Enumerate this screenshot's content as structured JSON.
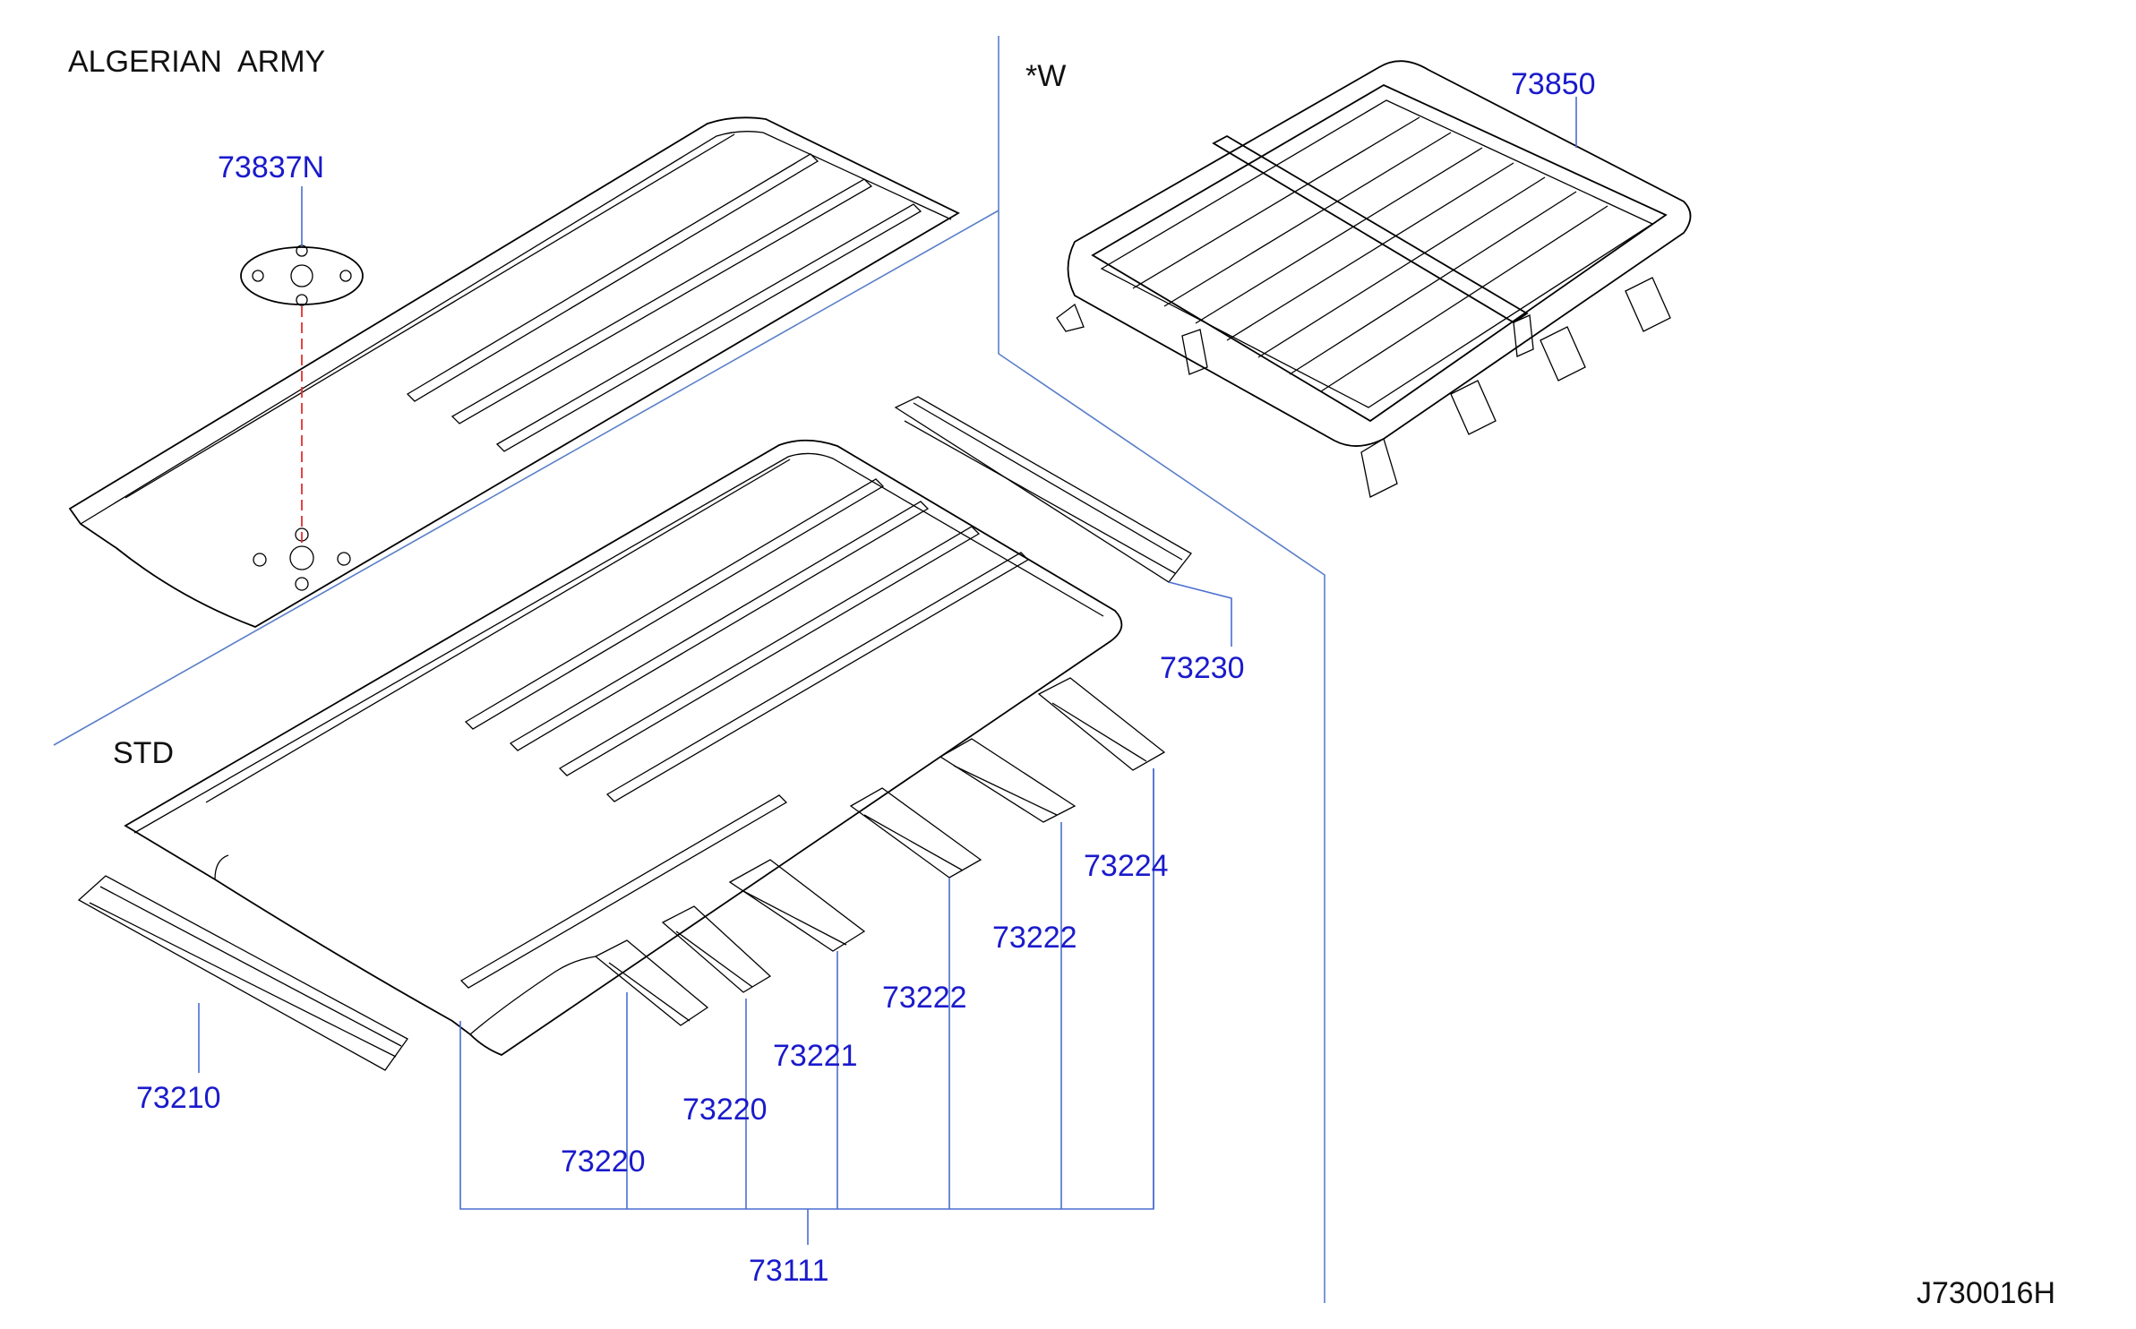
{
  "diagram": {
    "drawing_id": "J730016H",
    "variant_notes": {
      "army": "ALGERIAN  ARMY",
      "wagon": "*W",
      "standard": "STD"
    },
    "parts": {
      "patch": "73837N",
      "roof_rack": "73850",
      "bow_rear": "73230",
      "bow_front": "73210",
      "roof_assembly": "73111",
      "bow_a": "73220",
      "bow_b": "73220",
      "bow_c": "73221",
      "bow_d": "73222",
      "bow_e": "73222",
      "bow_f": "73224"
    }
  }
}
